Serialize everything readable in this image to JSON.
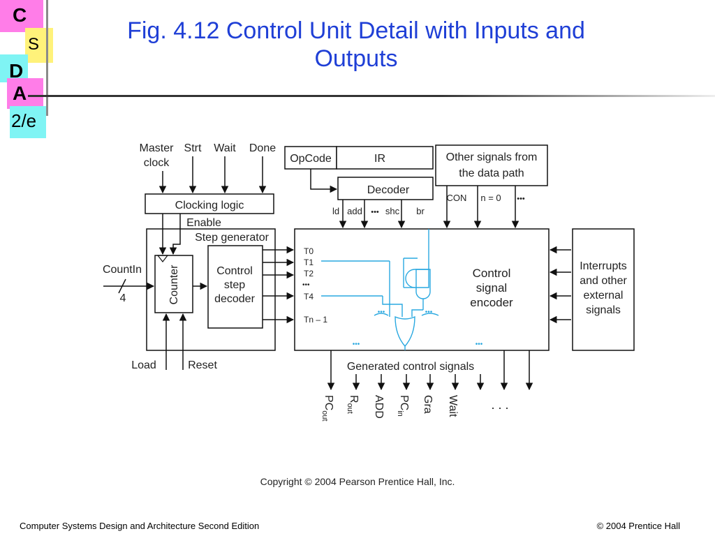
{
  "logo": {
    "c": "C",
    "s": "S",
    "d": "D",
    "a": "A",
    "edition": "2/e"
  },
  "title": "Fig. 4.12   Control Unit Detail with Inputs and Outputs",
  "title_lines": [
    "Fig. 4.12   Control Unit Detail with Inputs and",
    "Outputs"
  ],
  "diagram": {
    "clock_inputs": [
      "Master\nclock",
      "Strt",
      "Wait",
      "Done"
    ],
    "master_line1": "Master",
    "master_line2": "clock",
    "strt": "Strt",
    "wait": "Wait",
    "done": "Done",
    "clocking_logic": "Clocking logic",
    "enable": "Enable",
    "step_generator": "Step generator",
    "counter": "Counter",
    "countin": "CountIn",
    "countin_width": "4",
    "control_step_decoder": [
      "Control",
      "step",
      "decoder"
    ],
    "load": "Load",
    "reset": "Reset",
    "opcode": "OpCode",
    "ir": "IR",
    "decoder": "Decoder",
    "decoder_outputs": [
      "ld",
      "add",
      "•••",
      "shc",
      "br"
    ],
    "other_signals": [
      "Other signals from",
      "the data path"
    ],
    "con": "CON",
    "n_zero": "n = 0",
    "ellipsis": "•••",
    "timing_labels": [
      "T0",
      "T1",
      "T2",
      "•••",
      "T4",
      "Tn – 1"
    ],
    "encoder": [
      "Control",
      "signal",
      "encoder"
    ],
    "interrupts": [
      "Interrupts",
      "and other",
      "external",
      "signals"
    ],
    "generated": "Generated control signals",
    "outputs": [
      {
        "base": "PC",
        "sub": "out"
      },
      {
        "base": "R",
        "sub": "out"
      },
      {
        "base": "ADD",
        "sub": ""
      },
      {
        "base": "PC",
        "sub": "in"
      },
      {
        "base": "Gra",
        "sub": ""
      },
      {
        "base": "Wait",
        "sub": ""
      }
    ],
    "trailing_dots": ". . ."
  },
  "copyright": "Copyright © 2004 Pearson Prentice Hall, Inc.",
  "footer_left": "Computer Systems Design and Architecture Second Edition",
  "footer_right": "© 2004 Prentice Hall",
  "colors": {
    "title": "#1f3fd6",
    "logic_highlight": "#29a8e0",
    "logo_yellow": "#fff27a",
    "logo_pink": "#ff7de8",
    "logo_cyan": "#7ff4f4"
  }
}
